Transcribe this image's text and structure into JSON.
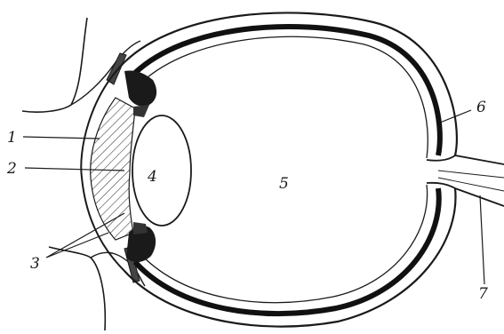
{
  "diagram": {
    "labels": {
      "l1": "1",
      "l2": "2",
      "l3": "3",
      "l4": "4",
      "l5": "5",
      "l6": "6",
      "l7": "7"
    },
    "colors": {
      "ink": "#1a1a1a",
      "paper": "#ffffff"
    }
  }
}
